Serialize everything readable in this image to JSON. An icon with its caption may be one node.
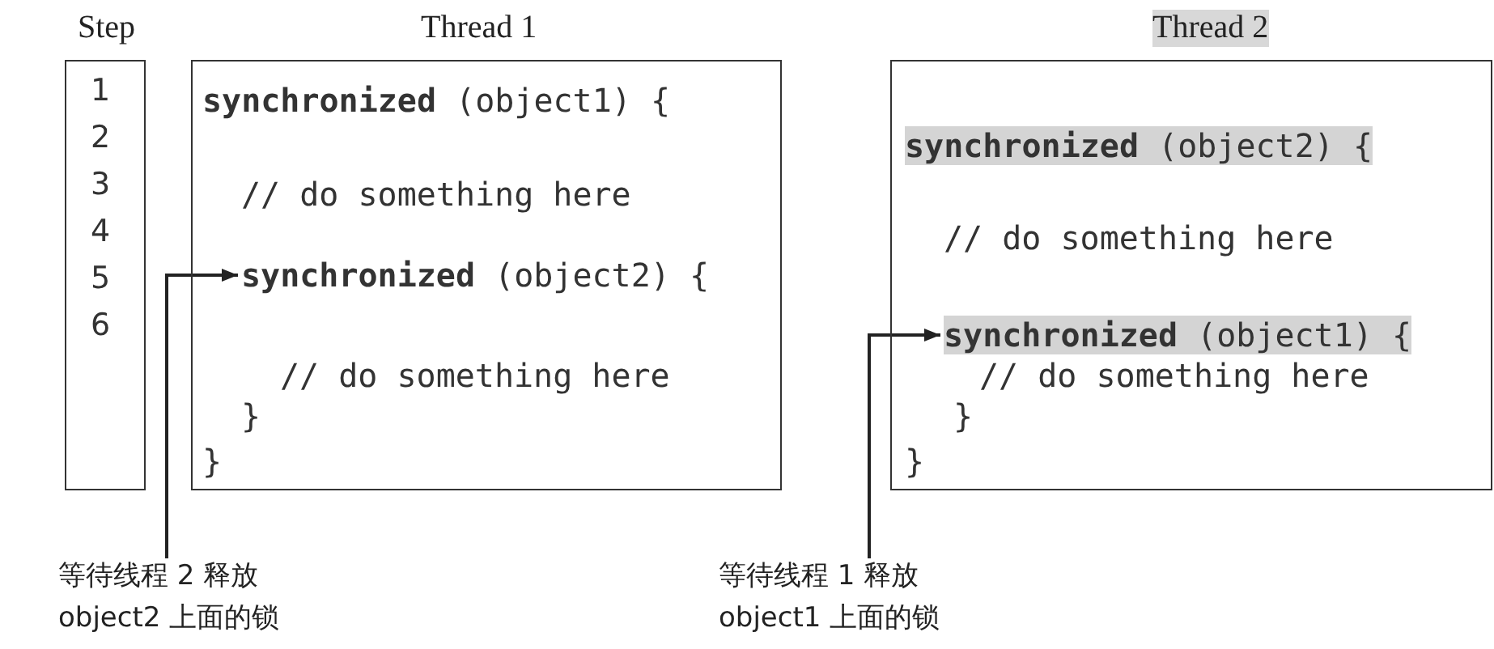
{
  "diagram": {
    "nodes": [
      {
        "text": [
          "Step",
          "1",
          "2",
          "3",
          "4",
          "5",
          "6"
        ]
      },
      {
        "text": [
          "Thread 1",
          "**synchronized** (object1) {",
          "// do something here",
          "// do something here",
          "}",
          "}"
        ]
      },
      {
        "text": [
          "**synchronized** (object2) {"
        ],
        "in": 1
      },
      {
        "text": [
          "Thread 2",
          "// do something here",
          "// do something here",
          "}",
          "}"
        ]
      },
      {
        "text": [
          "**synchronized** (object2) {"
        ],
        "in": 3
      },
      {
        "text": [
          "**synchronized** (object1) {"
        ],
        "in": 3
      },
      {
        "text": [
          "等待线程 2 释放 object2 上面的锁"
        ]
      },
      {
        "text": [
          "等待线程 1 释放 object1 上面的锁"
        ]
      }
    ],
    "edges": [
      {
        "from": 6,
        "to": 2,
        "arrow": "to"
      },
      {
        "from": 7,
        "to": 5,
        "arrow": "to"
      }
    ]
  }
}
